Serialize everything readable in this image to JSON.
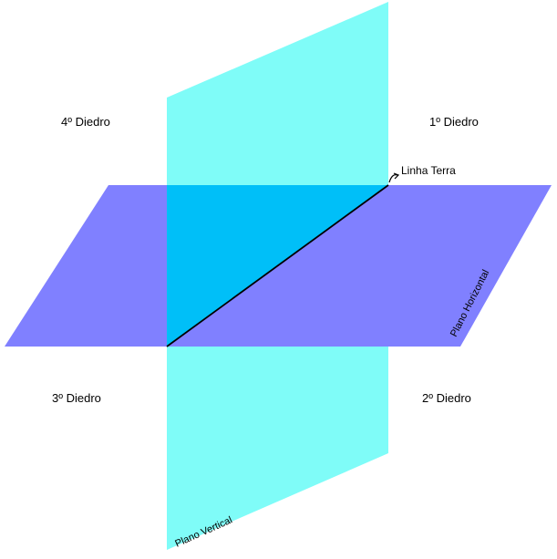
{
  "diagram": {
    "labels": {
      "d1": "1º Diedro",
      "d2": "2º Diedro",
      "d3": "3º Diedro",
      "d4": "4º Diedro",
      "ground_line": "Linha Terra",
      "horizontal_plane": "Plano Horizontal",
      "vertical_plane": "Plano Vertical"
    },
    "colors": {
      "vertical_plane": "#7ffcf8",
      "horizontal_plane": "#8080ff",
      "overlap": "#00bff8",
      "ground_line": "#000000"
    }
  }
}
